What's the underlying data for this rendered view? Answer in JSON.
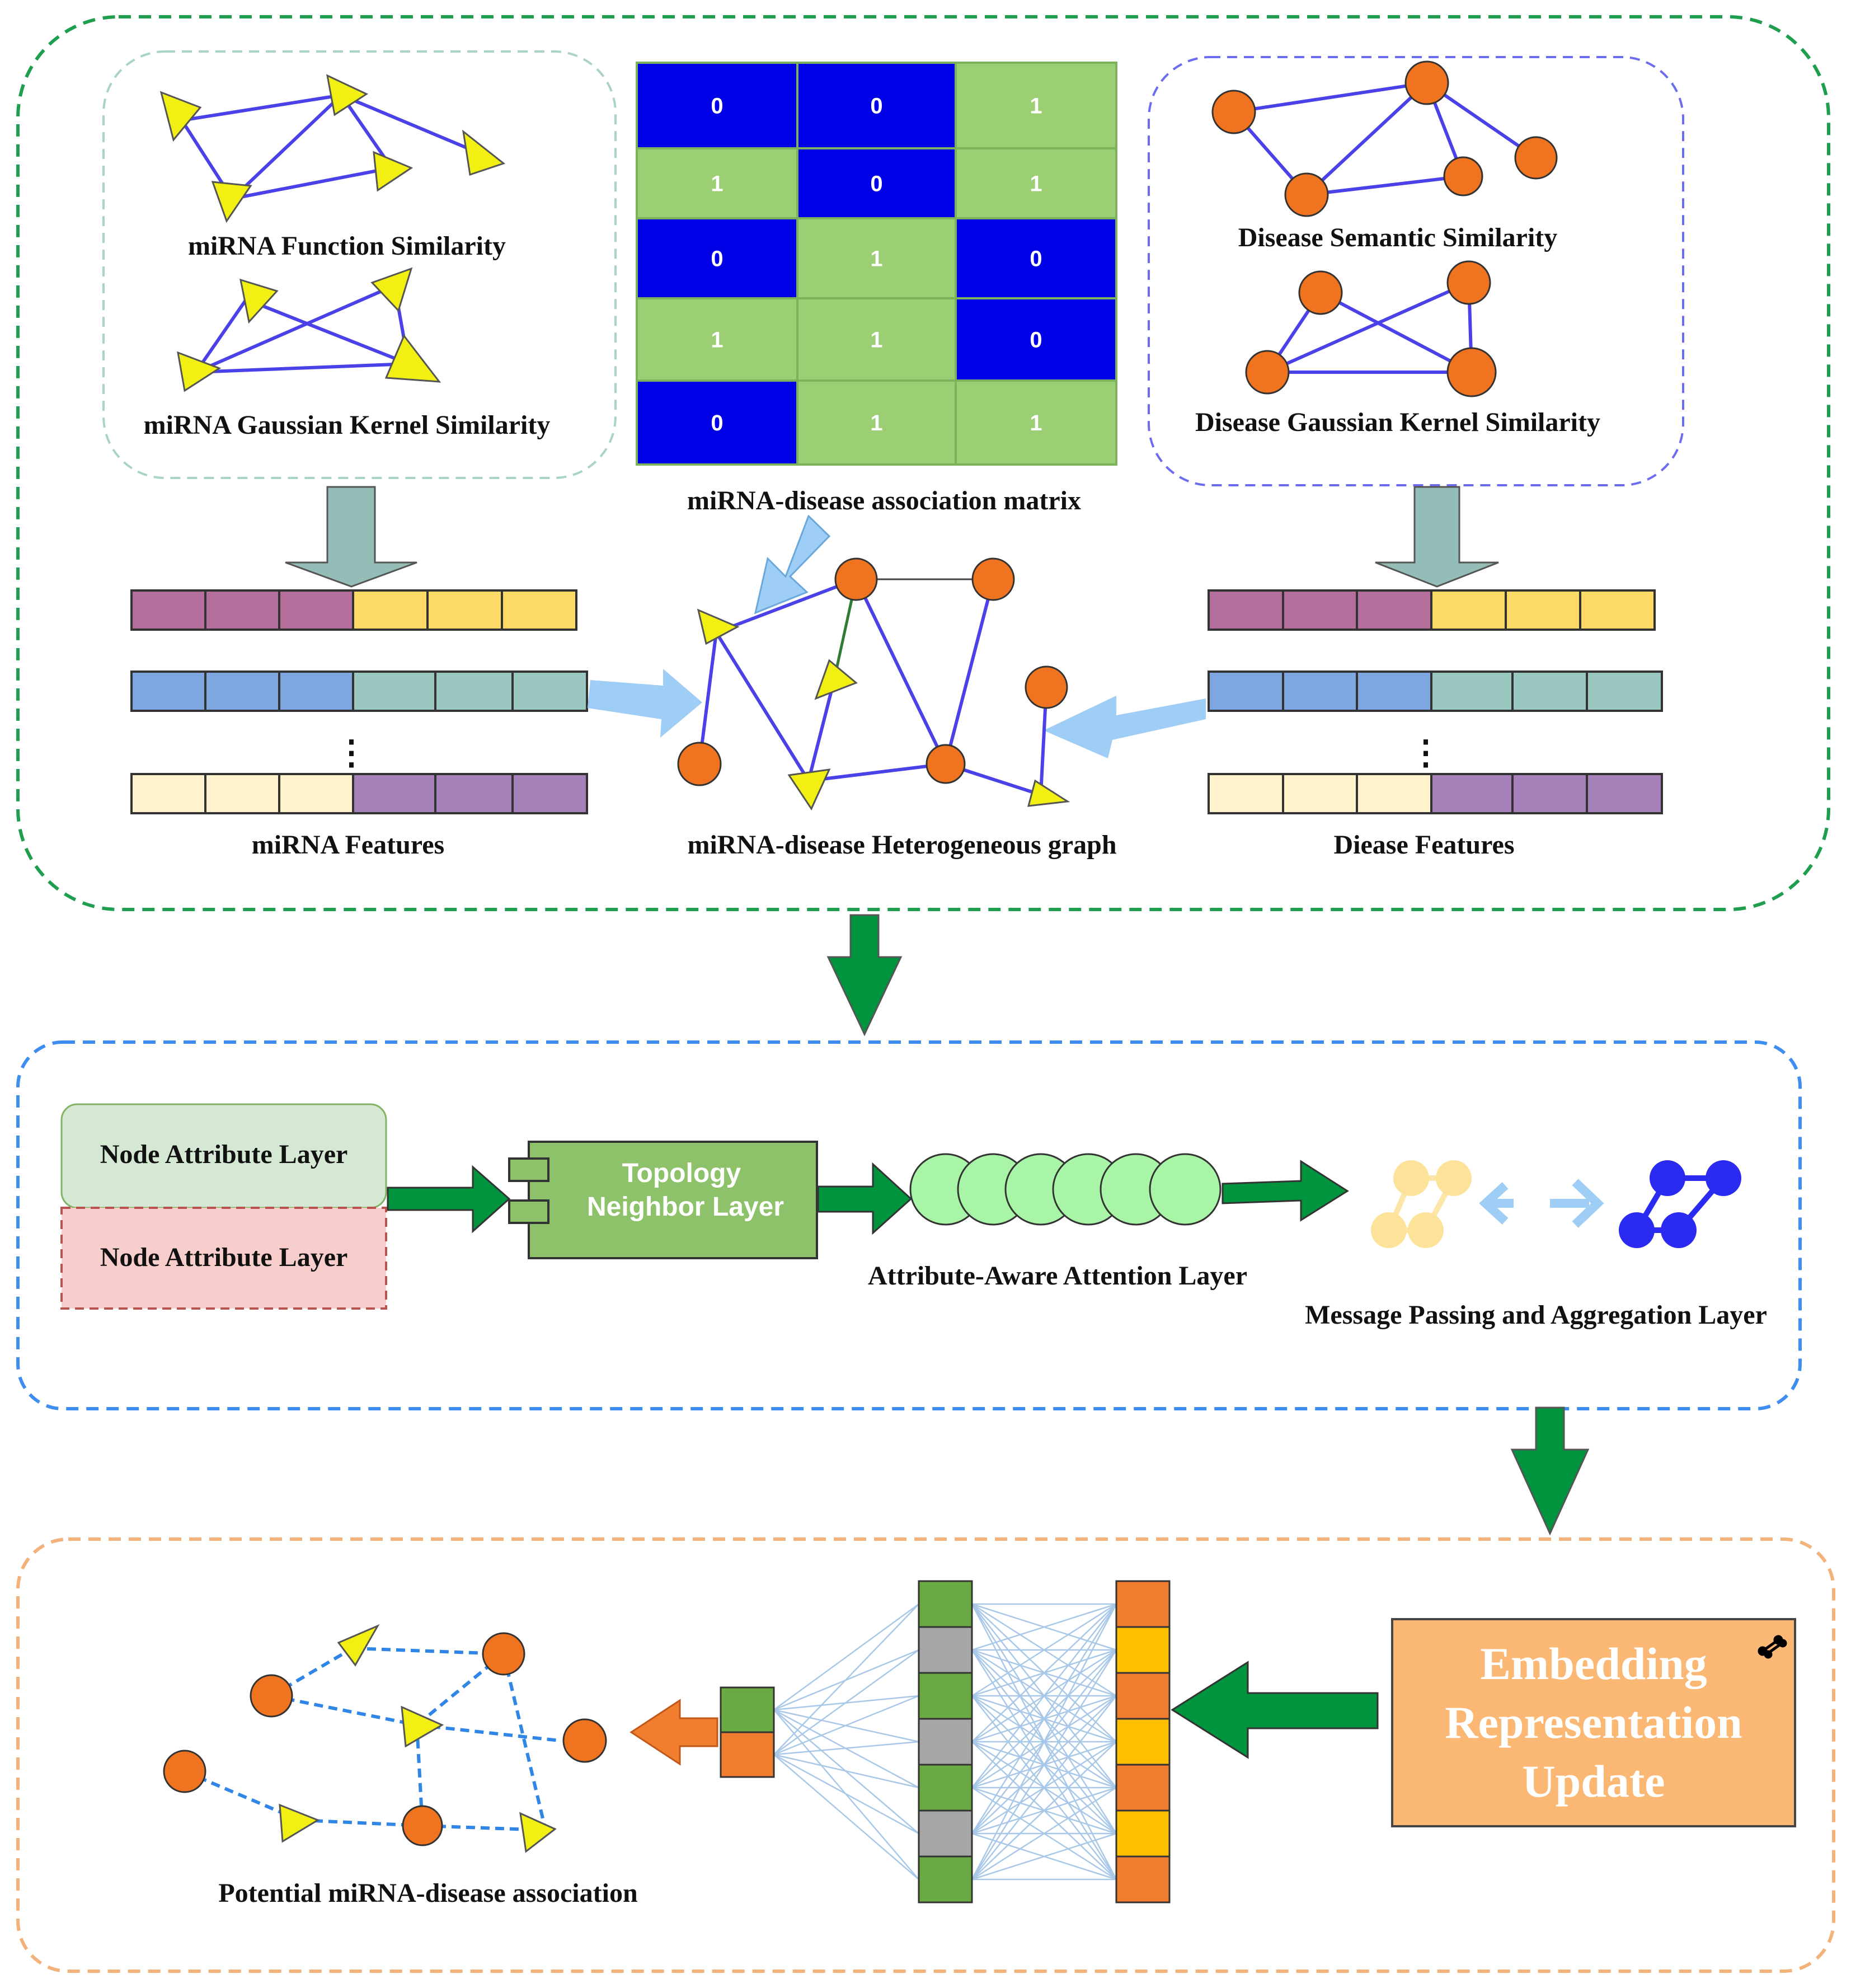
{
  "colors": {
    "green_border": "#1e9e4e",
    "blue_border": "#3d8ef0",
    "orange_border": "#f2b27a",
    "matrix_blue": "#0000e6",
    "matrix_green": "#9ccf74",
    "node_orange": "#f07320",
    "node_yellow": "#f2f012",
    "edge_blue": "#4a42e8",
    "flow_green": "#00943e",
    "light_arrow": "#9ecdf5",
    "gray_arrow": "#93bdb6",
    "embed_fill": "#fbb874"
  },
  "top": {
    "mirna_function_label": "miRNA Function Similarity",
    "mirna_gaussian_label": "miRNA Gaussian Kernel  Similarity",
    "disease_semantic_label": "Disease Semantic Similarity",
    "disease_gaussian_label": "Disease Gaussian Kernel  Similarity",
    "matrix_label": "miRNA-disease association matrix",
    "matrix": [
      [
        0,
        0,
        1
      ],
      [
        1,
        0,
        1
      ],
      [
        0,
        1,
        0
      ],
      [
        1,
        1,
        0
      ],
      [
        0,
        1,
        1
      ]
    ],
    "mirna_features_label": "miRNA  Features",
    "hetero_graph_label": "miRNA-disease Heterogeneous graph",
    "disease_features_label": "Diease Features",
    "ellipsis": "⋮"
  },
  "middle": {
    "node_attr_top": "Node Attribute Layer",
    "node_attr_bottom": "Node Attribute Layer",
    "topology_line1": "Topology",
    "topology_line2": "Neighbor Layer",
    "attention_label": "Attribute-Aware Attention Layer",
    "message_label": "Message Passing and Aggregation Layer"
  },
  "bottom": {
    "embedding_line1": "Embedding",
    "embedding_line2": "Representation",
    "embedding_line3": "Update",
    "potential_label": "Potential miRNA-disease association"
  }
}
